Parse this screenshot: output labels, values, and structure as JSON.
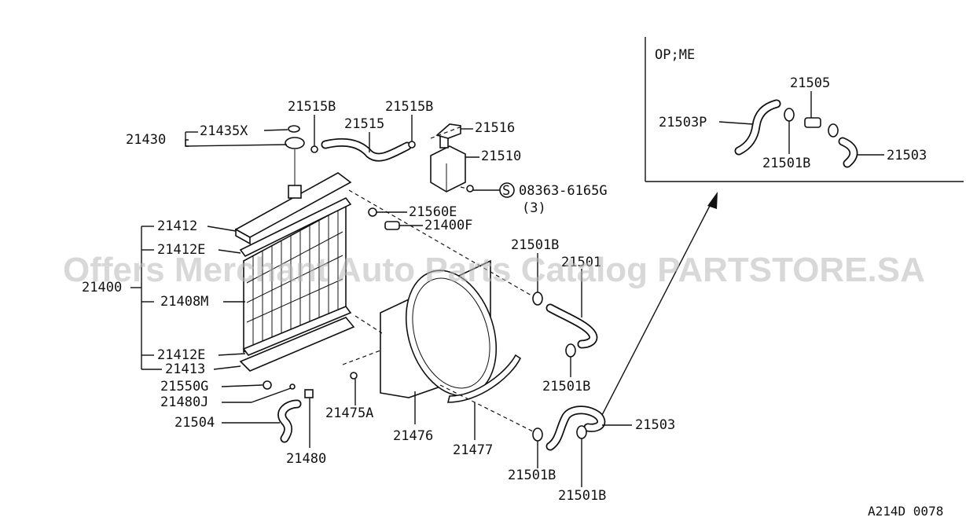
{
  "watermark": "Offers Merchant Auto Parts Catalog PARTSTORE.SA",
  "drawing_code": "A214D 0078",
  "inset": {
    "title": "OP;ME",
    "labels": [
      "21505",
      "21503P",
      "21501B",
      "21503"
    ]
  },
  "labels": {
    "l21430": "21430",
    "l21435X": "21435X",
    "l21515B_a": "21515B",
    "l21515B_b": "21515B",
    "l21515": "21515",
    "l21516": "21516",
    "l21510": "21510",
    "l08363": "08363-6165G",
    "l08363_qty": "(3)",
    "l21560E": "21560E",
    "l21400F": "21400F",
    "l21412": "21412",
    "l21412E_a": "21412E",
    "l21400": "21400",
    "l21408M": "21408M",
    "l21412E_b": "21412E",
    "l21413": "21413",
    "l21550G": "21550G",
    "l21480J": "21480J",
    "l21504": "21504",
    "l21480": "21480",
    "l21475A": "21475A",
    "l21476": "21476",
    "l21477": "21477",
    "l21501B_a": "21501B",
    "l21501": "21501",
    "l21501B_b": "21501B",
    "l21503": "21503",
    "l21501B_c": "21501B",
    "l21501B_d": "21501B"
  }
}
